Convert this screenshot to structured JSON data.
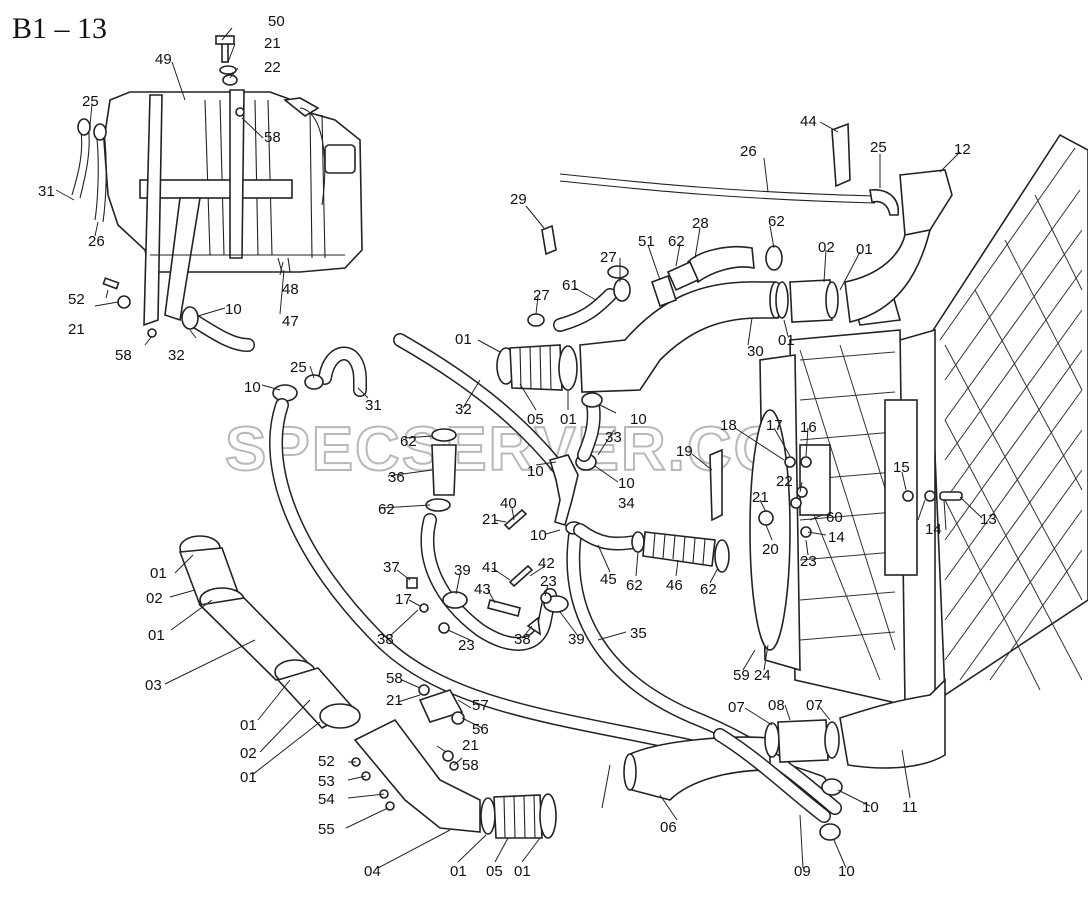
{
  "title": "B1 – 13",
  "watermark": "SPECSERVER.COM",
  "labels": [
    {
      "id": "l50",
      "text": "50"
    },
    {
      "id": "l21a",
      "text": "21"
    },
    {
      "id": "l22a",
      "text": "22"
    },
    {
      "id": "l49",
      "text": "49"
    },
    {
      "id": "l25a",
      "text": "25"
    },
    {
      "id": "l58a",
      "text": "58"
    },
    {
      "id": "l31a",
      "text": "31"
    },
    {
      "id": "l26a",
      "text": "26"
    },
    {
      "id": "l52a",
      "text": "52"
    },
    {
      "id": "l21b",
      "text": "21"
    },
    {
      "id": "l48",
      "text": "48"
    },
    {
      "id": "l47",
      "text": "47"
    },
    {
      "id": "l58b",
      "text": "58"
    },
    {
      "id": "l32a",
      "text": "32"
    },
    {
      "id": "l10a",
      "text": "10"
    },
    {
      "id": "l25b",
      "text": "25"
    },
    {
      "id": "l10b",
      "text": "10"
    },
    {
      "id": "l31b",
      "text": "31"
    },
    {
      "id": "l44",
      "text": "44"
    },
    {
      "id": "l26b",
      "text": "26"
    },
    {
      "id": "l25c",
      "text": "25"
    },
    {
      "id": "l12",
      "text": "12"
    },
    {
      "id": "l29",
      "text": "29"
    },
    {
      "id": "l28",
      "text": "28"
    },
    {
      "id": "l62a",
      "text": "62"
    },
    {
      "id": "l51",
      "text": "51"
    },
    {
      "id": "l62b",
      "text": "62"
    },
    {
      "id": "l02a",
      "text": "02"
    },
    {
      "id": "l01a",
      "text": "01"
    },
    {
      "id": "l27a",
      "text": "27"
    },
    {
      "id": "l61",
      "text": "61"
    },
    {
      "id": "l27b",
      "text": "27"
    },
    {
      "id": "l30",
      "text": "30"
    },
    {
      "id": "l01b",
      "text": "01"
    },
    {
      "id": "l01c",
      "text": "01"
    },
    {
      "id": "l05a",
      "text": "05"
    },
    {
      "id": "l01d",
      "text": "01"
    },
    {
      "id": "l10c",
      "text": "10"
    },
    {
      "id": "l32b",
      "text": "32"
    },
    {
      "id": "l62c",
      "text": "62"
    },
    {
      "id": "l33",
      "text": "33"
    },
    {
      "id": "l36",
      "text": "36"
    },
    {
      "id": "l10d",
      "text": "10"
    },
    {
      "id": "l10e",
      "text": "10"
    },
    {
      "id": "l34",
      "text": "34"
    },
    {
      "id": "l18",
      "text": "18"
    },
    {
      "id": "l17a",
      "text": "17"
    },
    {
      "id": "l16",
      "text": "16"
    },
    {
      "id": "l19",
      "text": "19"
    },
    {
      "id": "l22b",
      "text": "22"
    },
    {
      "id": "l15",
      "text": "15"
    },
    {
      "id": "l21c",
      "text": "21"
    },
    {
      "id": "l60",
      "text": "60"
    },
    {
      "id": "l14a",
      "text": "14"
    },
    {
      "id": "l14b",
      "text": "14"
    },
    {
      "id": "l13",
      "text": "13"
    },
    {
      "id": "l62d",
      "text": "62"
    },
    {
      "id": "l40",
      "text": "40"
    },
    {
      "id": "l21d",
      "text": "21"
    },
    {
      "id": "l10f",
      "text": "10"
    },
    {
      "id": "l20",
      "text": "20"
    },
    {
      "id": "l23a",
      "text": "23"
    },
    {
      "id": "l01e",
      "text": "01"
    },
    {
      "id": "l02b",
      "text": "02"
    },
    {
      "id": "l37",
      "text": "37"
    },
    {
      "id": "l39a",
      "text": "39"
    },
    {
      "id": "l41",
      "text": "41"
    },
    {
      "id": "l42",
      "text": "42"
    },
    {
      "id": "l45",
      "text": "45"
    },
    {
      "id": "l62e",
      "text": "62"
    },
    {
      "id": "l46",
      "text": "46"
    },
    {
      "id": "l62f",
      "text": "62"
    },
    {
      "id": "l17b",
      "text": "17"
    },
    {
      "id": "l43",
      "text": "43"
    },
    {
      "id": "l23b",
      "text": "23"
    },
    {
      "id": "l01f",
      "text": "01"
    },
    {
      "id": "l38a",
      "text": "38"
    },
    {
      "id": "l23c",
      "text": "23"
    },
    {
      "id": "l38b",
      "text": "38"
    },
    {
      "id": "l39b",
      "text": "39"
    },
    {
      "id": "l35",
      "text": "35"
    },
    {
      "id": "l03",
      "text": "03"
    },
    {
      "id": "l59",
      "text": "59"
    },
    {
      "id": "l24",
      "text": "24"
    },
    {
      "id": "l58c",
      "text": "58"
    },
    {
      "id": "l57",
      "text": "57"
    },
    {
      "id": "l21e",
      "text": "21"
    },
    {
      "id": "l56",
      "text": "56"
    },
    {
      "id": "l01g",
      "text": "01"
    },
    {
      "id": "l07a",
      "text": "07"
    },
    {
      "id": "l08",
      "text": "08"
    },
    {
      "id": "l07b",
      "text": "07"
    },
    {
      "id": "l02c",
      "text": "02"
    },
    {
      "id": "l01h",
      "text": "01"
    },
    {
      "id": "l52b",
      "text": "52"
    },
    {
      "id": "l21f",
      "text": "21"
    },
    {
      "id": "l58d",
      "text": "58"
    },
    {
      "id": "l53",
      "text": "53"
    },
    {
      "id": "l54",
      "text": "54"
    },
    {
      "id": "l55",
      "text": "55"
    },
    {
      "id": "l11",
      "text": "11"
    },
    {
      "id": "l10g",
      "text": "10"
    },
    {
      "id": "l06",
      "text": "06"
    },
    {
      "id": "l04",
      "text": "04"
    },
    {
      "id": "l01i",
      "text": "01"
    },
    {
      "id": "l05b",
      "text": "05"
    },
    {
      "id": "l01j",
      "text": "01"
    },
    {
      "id": "l09",
      "text": "09"
    },
    {
      "id": "l10h",
      "text": "10"
    }
  ]
}
